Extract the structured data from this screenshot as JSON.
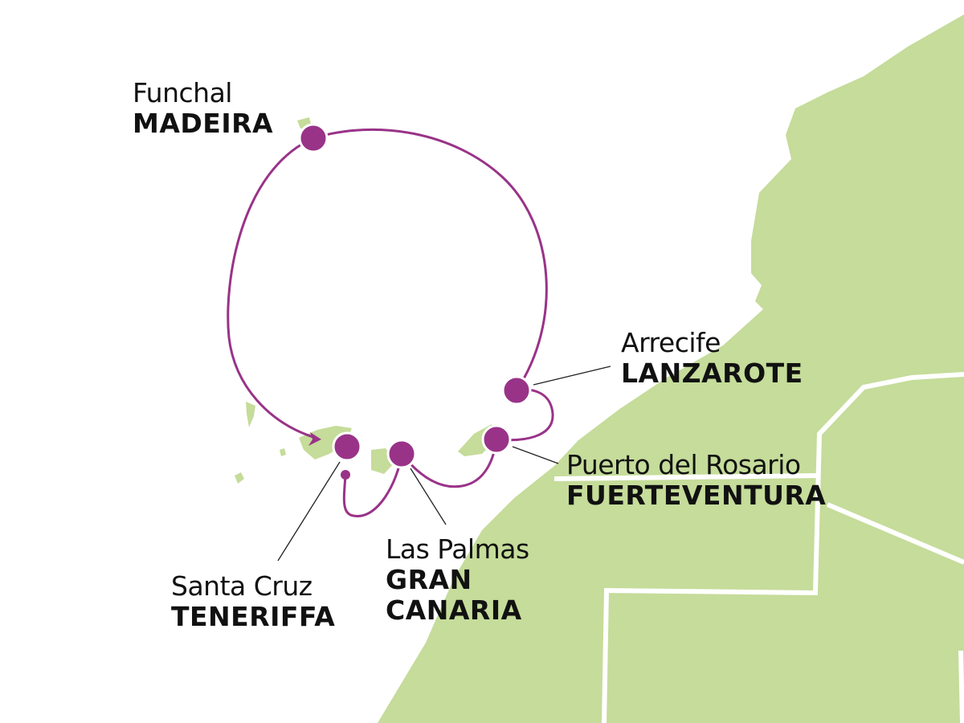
{
  "colors": {
    "land": "#c5dc9a",
    "route": "#993388",
    "leader": "#222222",
    "sea": "#ffffff",
    "border": "#ffffff"
  },
  "ports": [
    {
      "id": "madeira",
      "city": "Funchal",
      "island": "MADEIRA"
    },
    {
      "id": "lanzarote",
      "city": "Arrecife",
      "island": "LANZAROTE"
    },
    {
      "id": "fuerteventura",
      "city": "Puerto del Rosario",
      "island": "FUERTEVENTURA"
    },
    {
      "id": "gran-canaria",
      "city": "Las Palmas",
      "island_line1": "GRAN",
      "island_line2": "CANARIA"
    },
    {
      "id": "teneriffa",
      "city": "Santa Cruz",
      "island": "TENERIFFA"
    }
  ]
}
